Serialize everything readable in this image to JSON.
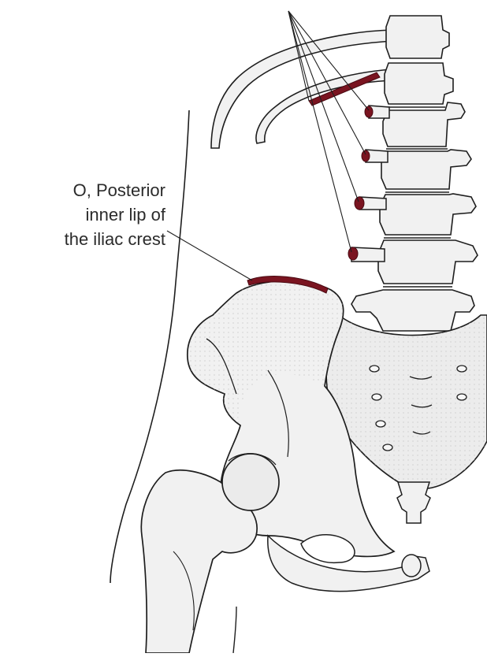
{
  "figure": {
    "label_lines": [
      "O, Posterior",
      "inner lip of",
      "the iliac crest"
    ]
  },
  "colors": {
    "background": "#ffffff",
    "bone_fill": "#f1f1f1",
    "bone_shade": "#d9d9d9",
    "outline": "#1e1e1e",
    "origin_marker": "#7a1420"
  }
}
